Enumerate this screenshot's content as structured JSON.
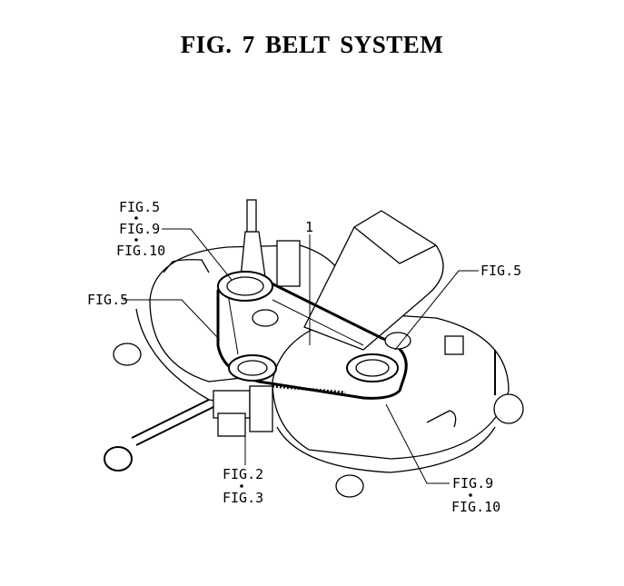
{
  "title": "FIG. 7  BELT SYSTEM",
  "callouts": {
    "top_left": [
      "FIG.5",
      "FIG.9",
      "FIG.10"
    ],
    "left": "FIG.5",
    "part_number": "1",
    "right": "FIG.5",
    "bottom_center": [
      "FIG.2",
      "FIG.3"
    ],
    "bottom_right": [
      "FIG.9",
      "FIG.10"
    ]
  }
}
